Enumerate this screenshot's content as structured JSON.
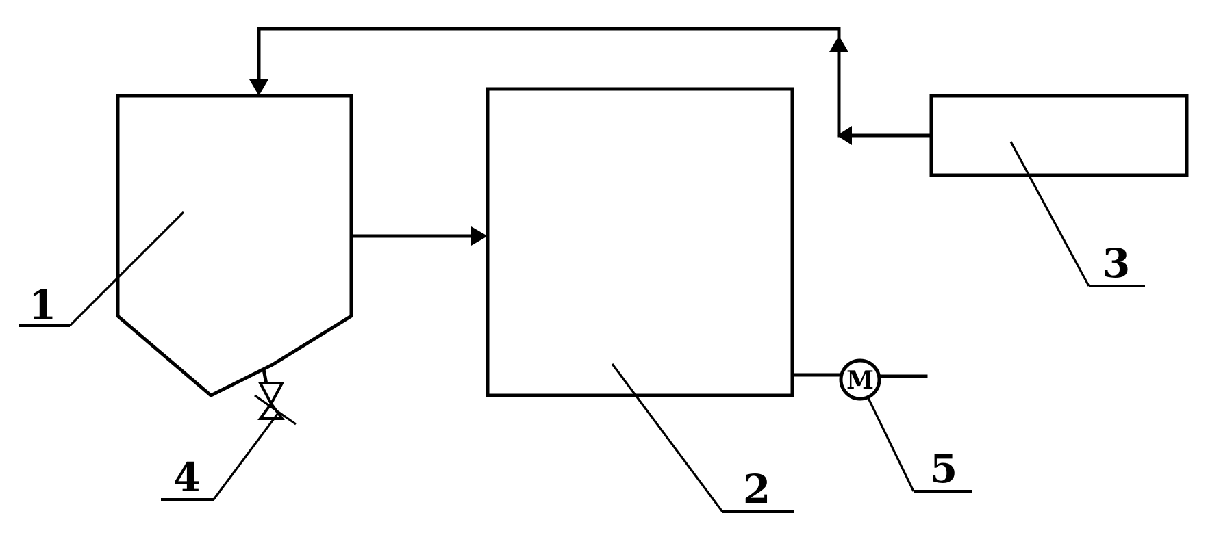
{
  "diagram": {
    "labels": {
      "hopper": "1",
      "reactor": "2",
      "feeder": "3",
      "valve": "4",
      "motor": "5"
    },
    "motor_symbol": "M"
  }
}
